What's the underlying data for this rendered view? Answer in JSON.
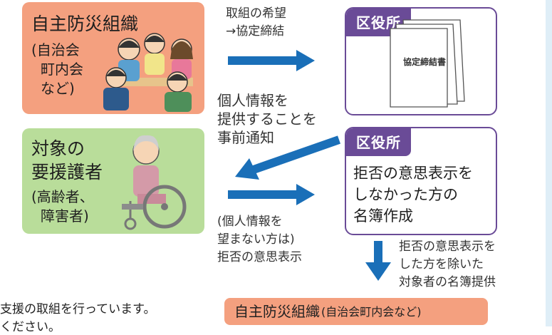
{
  "group_box": {
    "title": "自主防災組織",
    "sub1": "(自治会",
    "sub2": "町内会",
    "sub3": "など)"
  },
  "arrow1_label": {
    "line1": "取組の希望",
    "line2": "→協定締結"
  },
  "office1": {
    "tab": "区役所",
    "document_title": "協定締結書"
  },
  "middle_label": {
    "line1": "個人情報を",
    "line2": "提供することを",
    "line3": "事前通知"
  },
  "target_box": {
    "title1": "対象の",
    "title2": "要援護者",
    "sub1": "(高齢者、",
    "sub2": "障害者)"
  },
  "refusal_label": {
    "line1": "(個人情報を",
    "line2": "望まない方は)",
    "line3": "拒否の意思表示"
  },
  "office2": {
    "tab": "区役所",
    "line1": "拒否の意思表示を",
    "line2": "しなかった方の",
    "line3": "名簿作成"
  },
  "provide_label": {
    "line1": "拒否の意思表示を",
    "line2": "した方を除いた",
    "line3": "対象者の名簿提供"
  },
  "bottom_text": {
    "line1": "支援の取組を行っています。",
    "line2": "ください。"
  },
  "bottom_box": {
    "main": "自主防災組織",
    "sub": "(自治会町内会など)"
  },
  "colors": {
    "salmon": "#f4a07f",
    "green": "#b9dd9a",
    "purple": "#6a4b97",
    "arrow_blue": "#1a6fb8"
  }
}
